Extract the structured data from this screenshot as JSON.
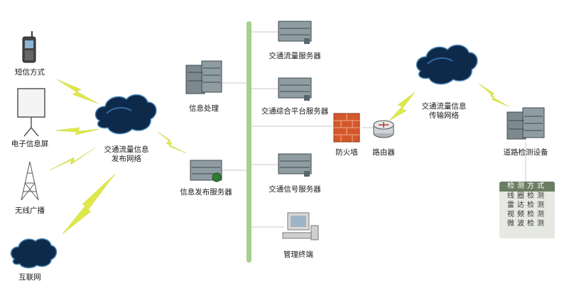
{
  "labels": {
    "sms": "短信方式",
    "screen": "电子信息屏",
    "radio": "无线广播",
    "internet": "互联网",
    "publish_net_line1": "交通流量信息",
    "publish_net_line2": "发布网络",
    "info_processing": "信息处理",
    "publish_server": "信息发布服务器",
    "flow_server": "交通流量服务器",
    "platform_server": "交通综合平台服务器",
    "signal_server": "交通信号服务器",
    "mgmt_terminal": "管理终端",
    "firewall": "防火墙",
    "router": "路由器",
    "transmit_net_line1": "交通流量信息",
    "transmit_net_line2": "传输网络",
    "road_device": "道路检测设备"
  },
  "detection": {
    "header": "检测方式",
    "items": [
      "线圈检测",
      "雷达检测",
      "视频检测",
      "微波检测"
    ]
  },
  "colors": {
    "bus": "#a8cf8e",
    "lightning": "#dfe84a",
    "cloud": "#0e2a4a",
    "server": "#7c8a90",
    "firewall": "#d4582a"
  }
}
